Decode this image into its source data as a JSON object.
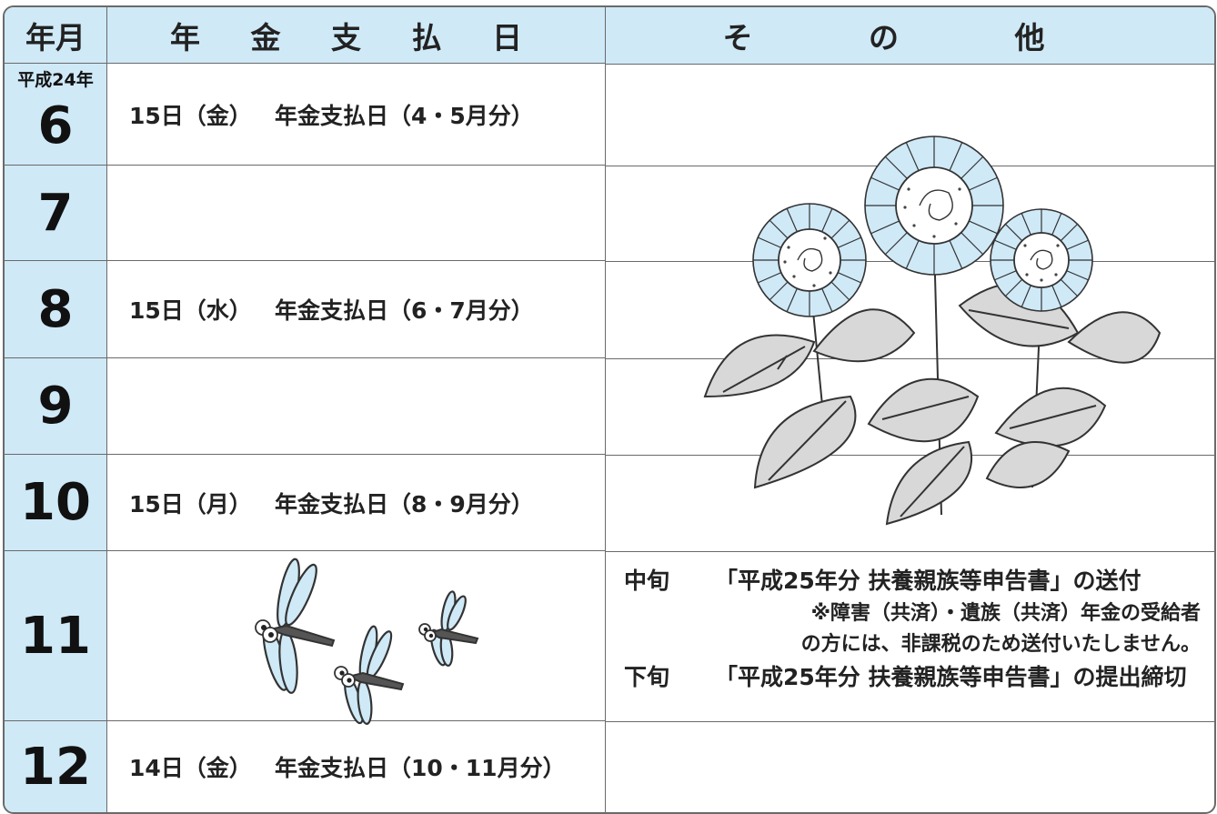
{
  "header": {
    "month_col": "年月",
    "payment_col": "年 金 支 払 日",
    "other_col": "そ の 他"
  },
  "era_label": "平成24年",
  "months": [
    "6",
    "7",
    "8",
    "9",
    "10",
    "11",
    "12"
  ],
  "payments": [
    {
      "month": "6",
      "date": "15日（金）",
      "label": "年金支払日（4・5月分）"
    },
    {
      "month": "7",
      "date": "",
      "label": ""
    },
    {
      "month": "8",
      "date": "15日（水）",
      "label": "年金支払日（6・7月分）"
    },
    {
      "month": "9",
      "date": "",
      "label": ""
    },
    {
      "month": "10",
      "date": "15日（月）",
      "label": "年金支払日（8・9月分）"
    },
    {
      "month": "11",
      "date": "",
      "label": ""
    },
    {
      "month": "12",
      "date": "14日（金）",
      "label": "年金支払日（10・11月分）"
    }
  ],
  "notes": {
    "mid_key": "中旬",
    "mid_text": "「平成25年分 扶養親族等申告書」の送付",
    "remark_1": "※障害（共済）・遺族（共済）年金の受給者",
    "remark_2": "の方には、非課税のため送付いたしません。",
    "late_key": "下旬",
    "late_text": "「平成25年分 扶養親族等申告書」の提出締切"
  },
  "colors": {
    "header_bg": "#cfe9f7",
    "border": "#6a6a6a",
    "petal": "#cfe9f7",
    "leaf": "#d8d8d8"
  },
  "illustrations": [
    "sunflower-illustration",
    "dragonfly-illustration"
  ]
}
